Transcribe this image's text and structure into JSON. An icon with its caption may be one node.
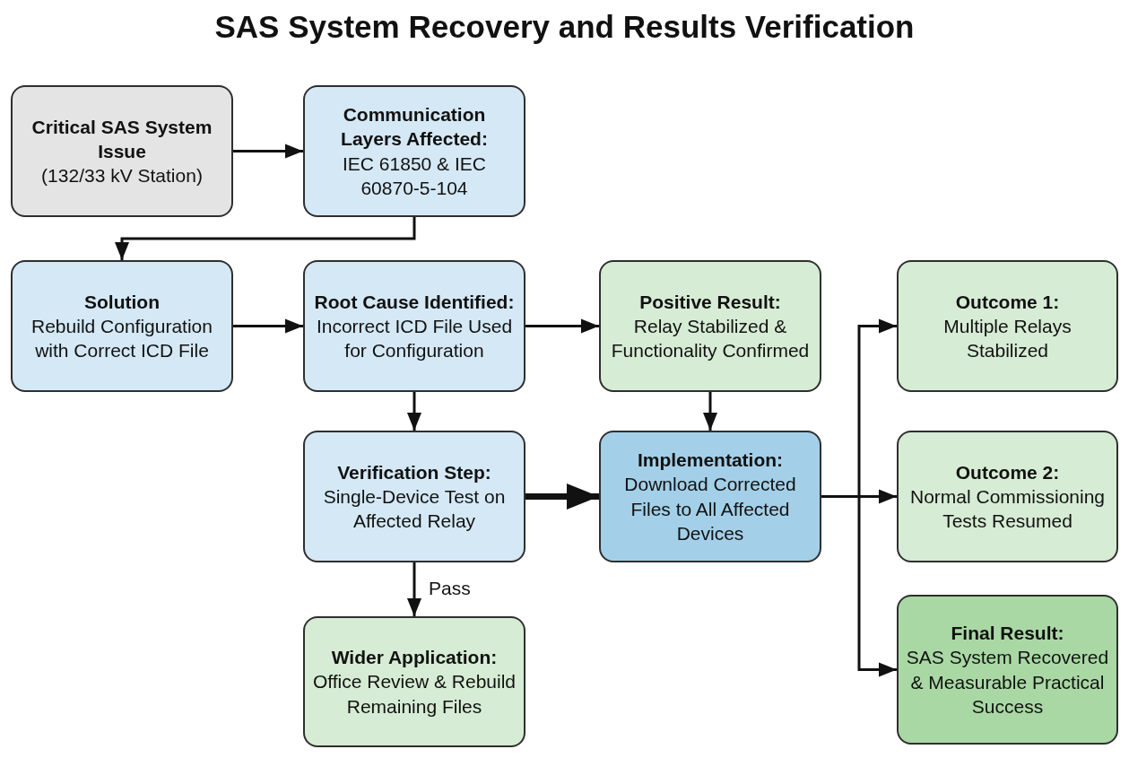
{
  "diagram": {
    "title": "SAS System Recovery and Results Verification",
    "nodes": [
      {
        "text": [
          "Critical SAS System Issue",
          "(132/33 kV Station)"
        ]
      },
      {
        "text": [
          "Communication Layers Affected:",
          "IEC 61850 & IEC 60870-5-104"
        ]
      },
      {
        "text": [
          "Solution",
          "Rebuild Configuration with Correct ICD File"
        ]
      },
      {
        "text": [
          "Root Cause Identified:",
          "Incorrect ICD File Used for Configuration"
        ]
      },
      {
        "text": [
          "Positive Result:",
          "Relay Stabilized & Functionality Confirmed"
        ]
      },
      {
        "text": [
          "Outcome 1:",
          "Multiple Relays Stabilized"
        ]
      },
      {
        "text": [
          "Verification Step:",
          "Single-Device Test on Affected Relay"
        ]
      },
      {
        "text": [
          "Implementation:",
          "Download Corrected Files to All Affected Devices"
        ]
      },
      {
        "text": [
          "Outcome 2:",
          "Normal Commissioning Tests Resumed"
        ]
      },
      {
        "text": [
          "Wider Application:",
          "Office Review & Rebuild Remaining Files"
        ]
      },
      {
        "text": [
          "Final Result:",
          "SAS System Recovered & Measurable Practical Success"
        ]
      }
    ],
    "edges": [
      {
        "from": 0,
        "to": 1,
        "arrow": "to"
      },
      {
        "from": 1,
        "to": 2,
        "arrow": "to"
      },
      {
        "from": 2,
        "to": 3,
        "arrow": "to"
      },
      {
        "from": 3,
        "to": 4,
        "arrow": "to"
      },
      {
        "from": 3,
        "to": 6,
        "arrow": "to"
      },
      {
        "from": 4,
        "to": 7,
        "arrow": "to"
      },
      {
        "from": 6,
        "to": 7,
        "arrow": "to",
        "style": "thick"
      },
      {
        "from": 6,
        "to": 9,
        "arrow": "to",
        "label": "Pass"
      },
      {
        "from": 7,
        "to": 5,
        "arrow": "to"
      },
      {
        "from": 7,
        "to": 8,
        "arrow": "to"
      },
      {
        "from": 7,
        "to": 10,
        "arrow": "to"
      }
    ]
  }
}
